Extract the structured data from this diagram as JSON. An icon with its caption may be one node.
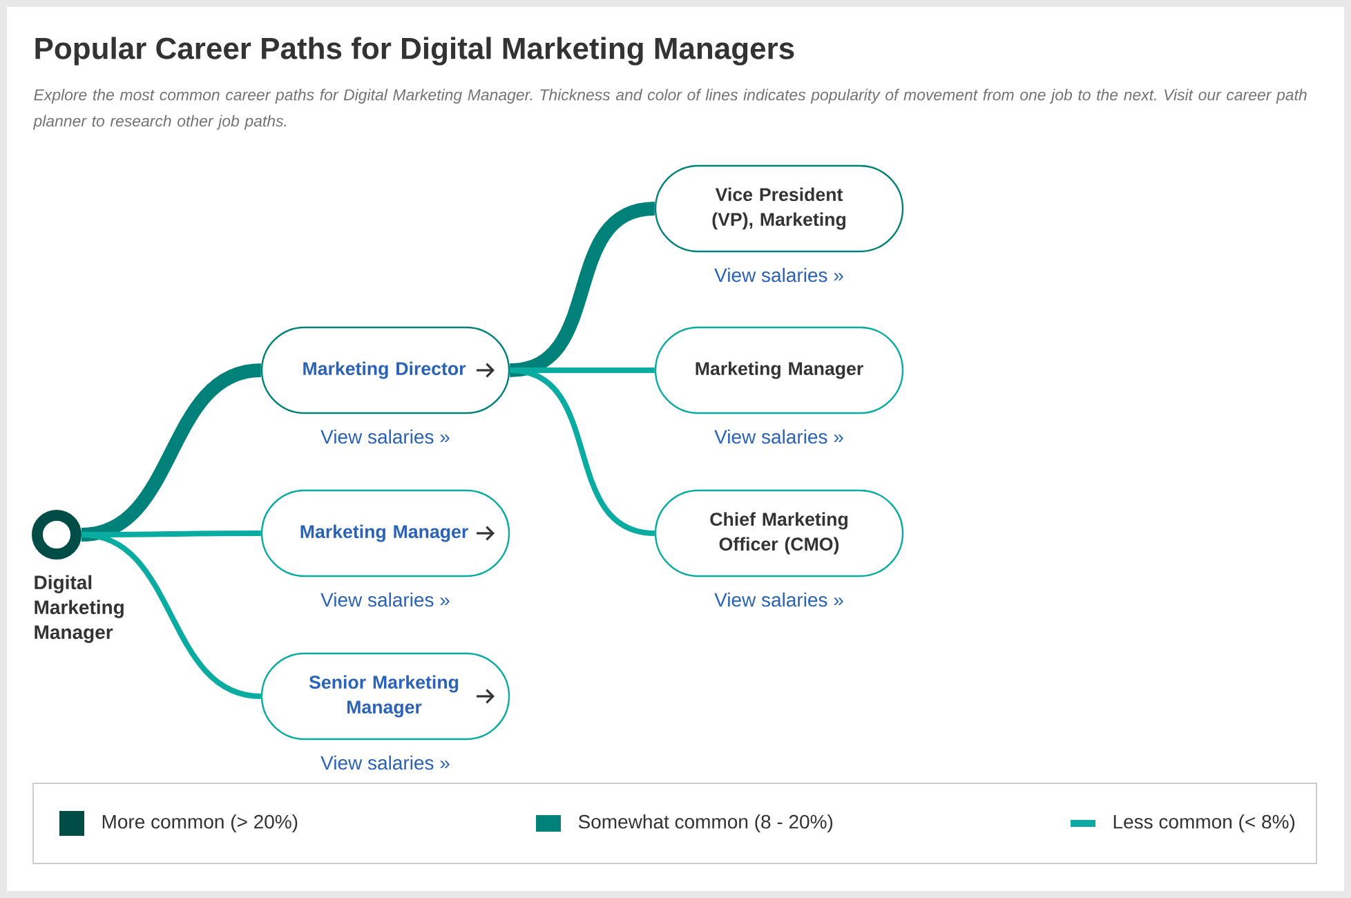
{
  "diagram": {
    "title": "Popular Career Paths for Digital Marketing Managers",
    "caption": "Explore the most common career paths for Digital Marketing Manager. Thickness and color of lines indicates popularity of movement from one job to the next. Visit our career path planner to research other job paths.",
    "nodes": [
      {
        "text": [
          "Digital Marketing Manager"
        ]
      },
      {
        "text": [
          "Marketing Director"
        ],
        "beside": [
          "View salaries »"
        ]
      },
      {
        "text": [
          "Marketing Manager"
        ],
        "beside": [
          "View salaries »"
        ]
      },
      {
        "text": [
          "Senior Marketing Manager"
        ],
        "beside": [
          "View salaries »"
        ]
      },
      {
        "text": [
          "Vice President (VP), Marketing"
        ],
        "beside": [
          "View salaries »"
        ]
      },
      {
        "text": [
          "Marketing Manager"
        ],
        "beside": [
          "View salaries »"
        ]
      },
      {
        "text": [
          "Chief Marketing Officer (CMO)"
        ],
        "beside": [
          "View salaries »"
        ]
      }
    ],
    "edges": [
      {
        "from": 0,
        "to": 1,
        "arrow": "none",
        "style": "thick",
        "color": "#00827a"
      },
      {
        "from": 0,
        "to": 2,
        "arrow": "none"
      },
      {
        "from": 0,
        "to": 3,
        "arrow": "none"
      },
      {
        "from": 1,
        "to": 4,
        "arrow": "none",
        "style": "thick",
        "color": "#00827a"
      },
      {
        "from": 1,
        "to": 5,
        "arrow": "none"
      },
      {
        "from": 1,
        "to": 6,
        "arrow": "none"
      }
    ],
    "legend": [
      {
        "text": "More common (> 20%)",
        "color": "#004d47"
      },
      {
        "text": "Somewhat common (8 - 20%)",
        "color": "#00827a"
      },
      {
        "text": "Less common (< 8%)",
        "color": "#0aaba0"
      }
    ]
  }
}
